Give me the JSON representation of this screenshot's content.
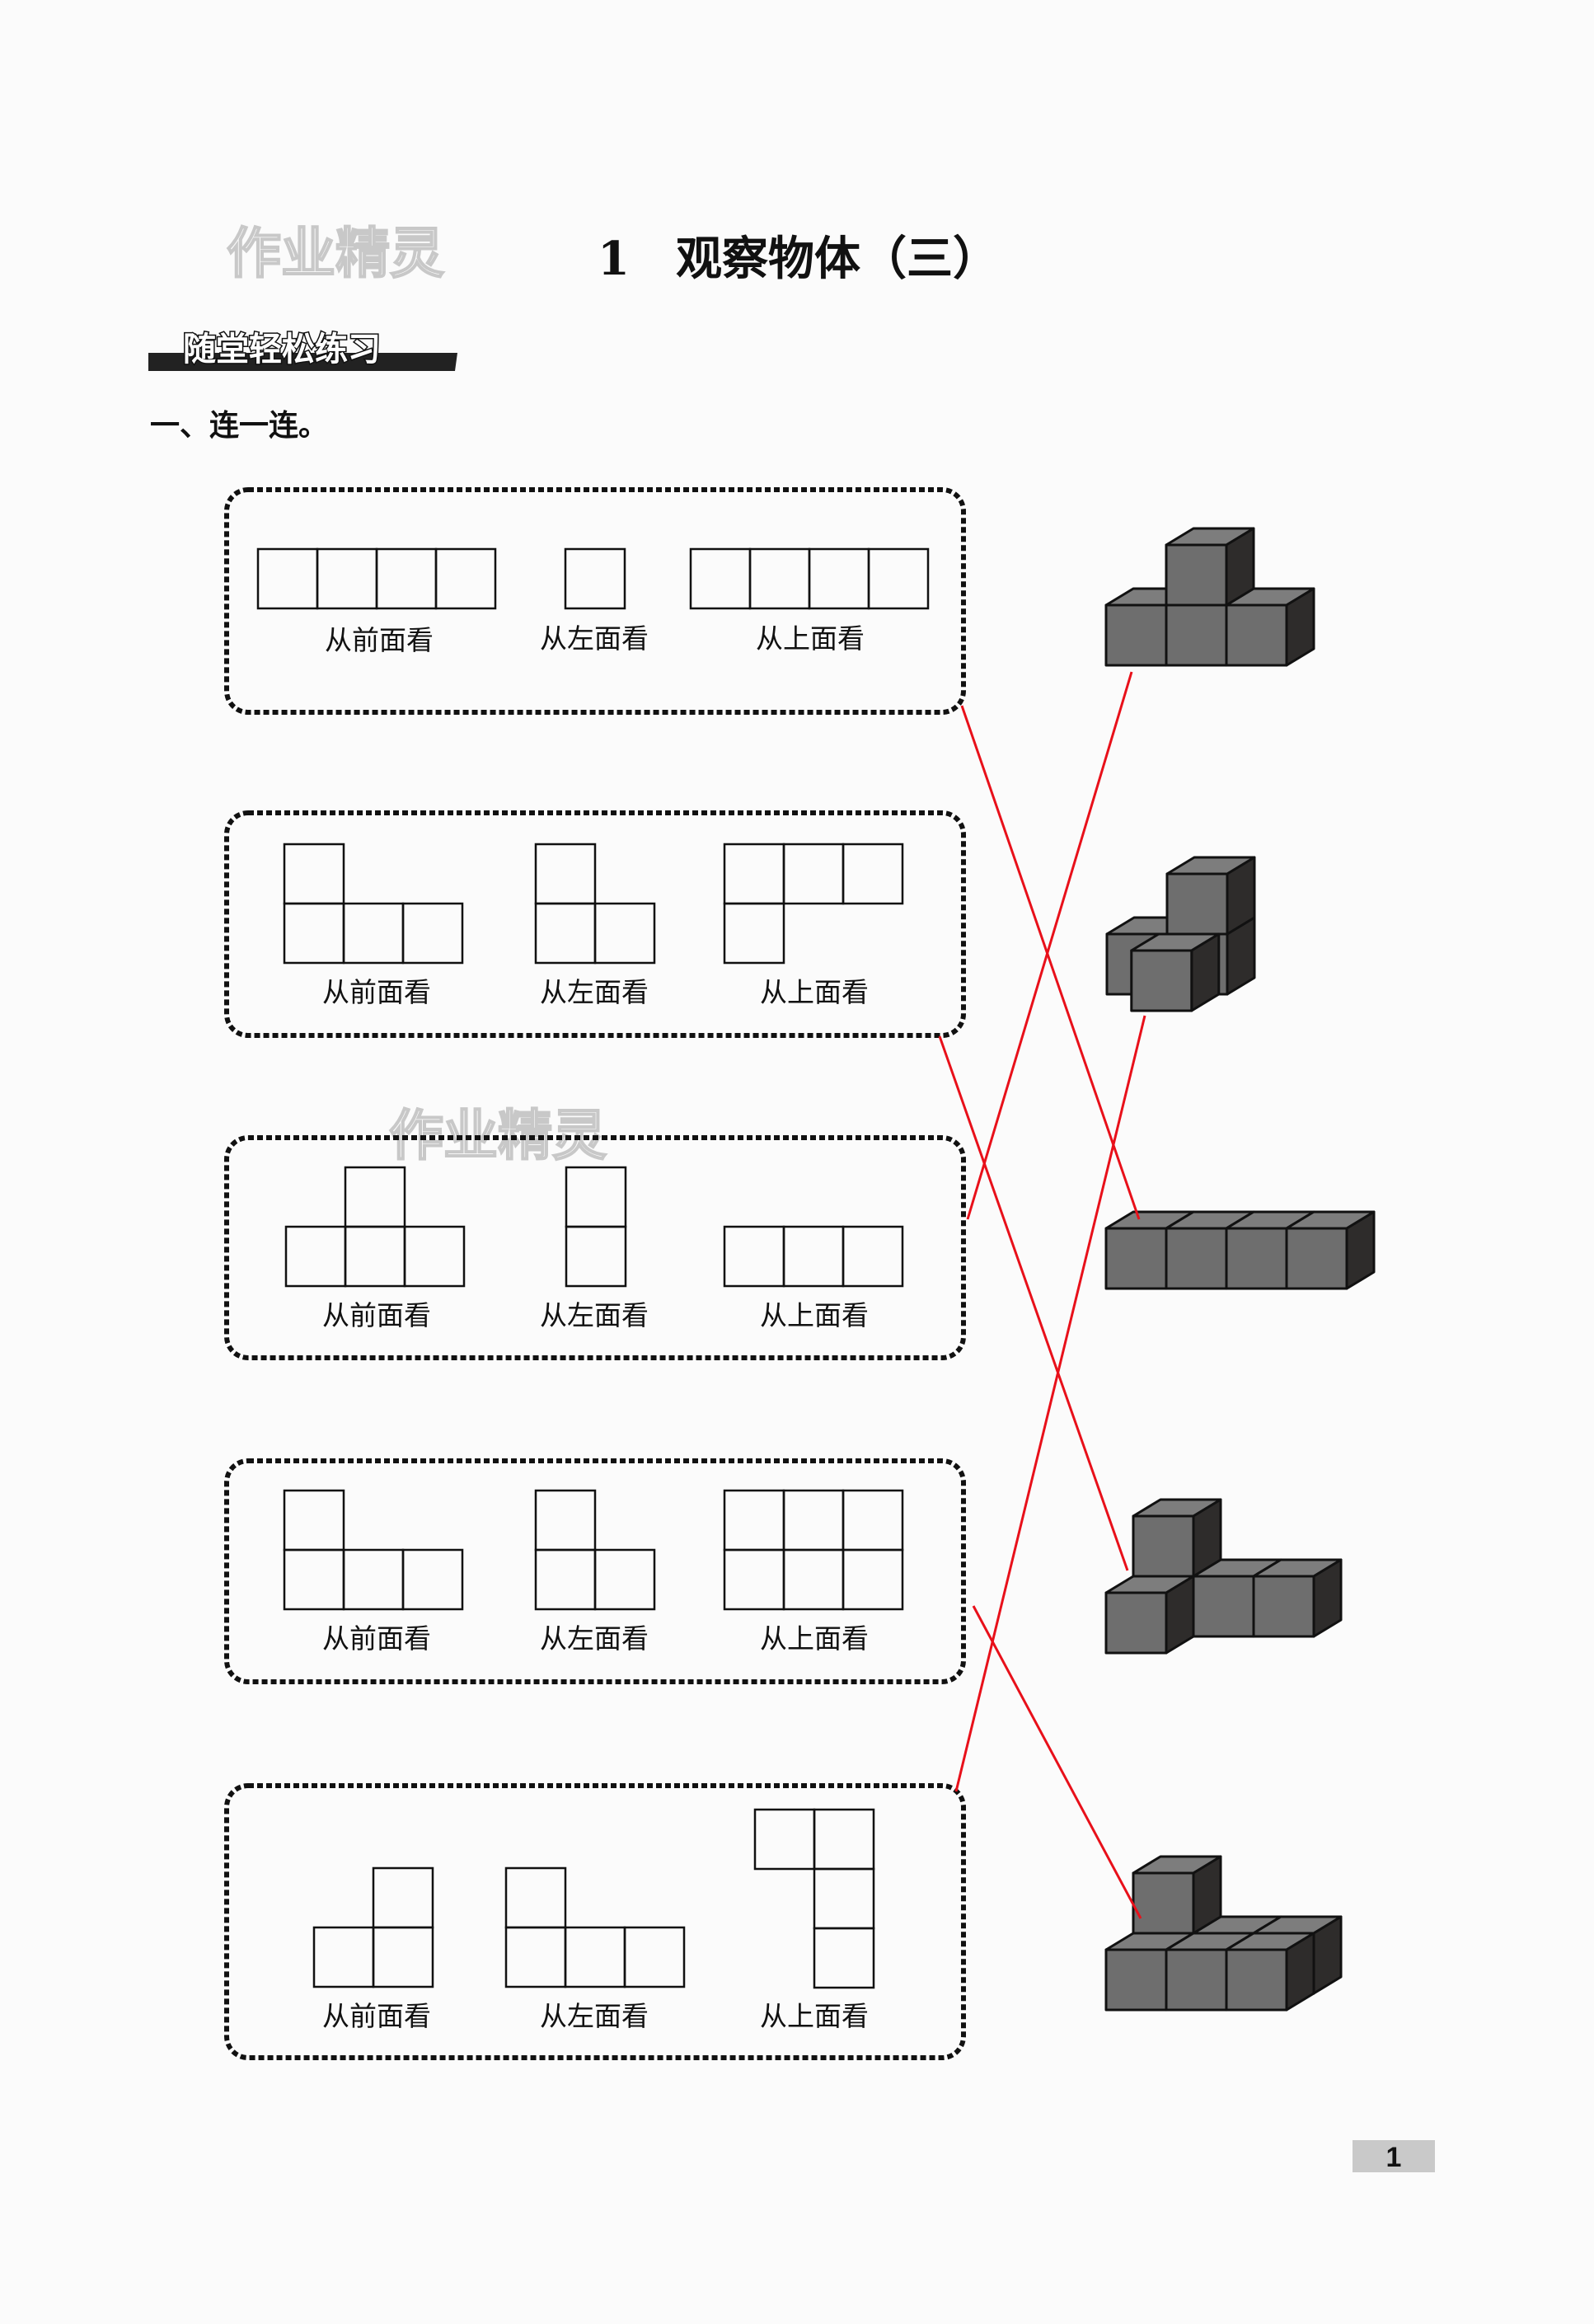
{
  "watermark": "作业精灵",
  "title": "1　观察物体（三）",
  "section_banner": "随堂轻松练习",
  "question": "一、连一连。",
  "view_labels": {
    "front": "从前面看",
    "left": "从左面看",
    "top": "从上面看"
  },
  "page_number": "1",
  "colors": {
    "line": "#e8101a",
    "cube_front": "#6e6e6e",
    "cube_top": "#7d7d7d",
    "cube_side": "#2e2c2b"
  }
}
